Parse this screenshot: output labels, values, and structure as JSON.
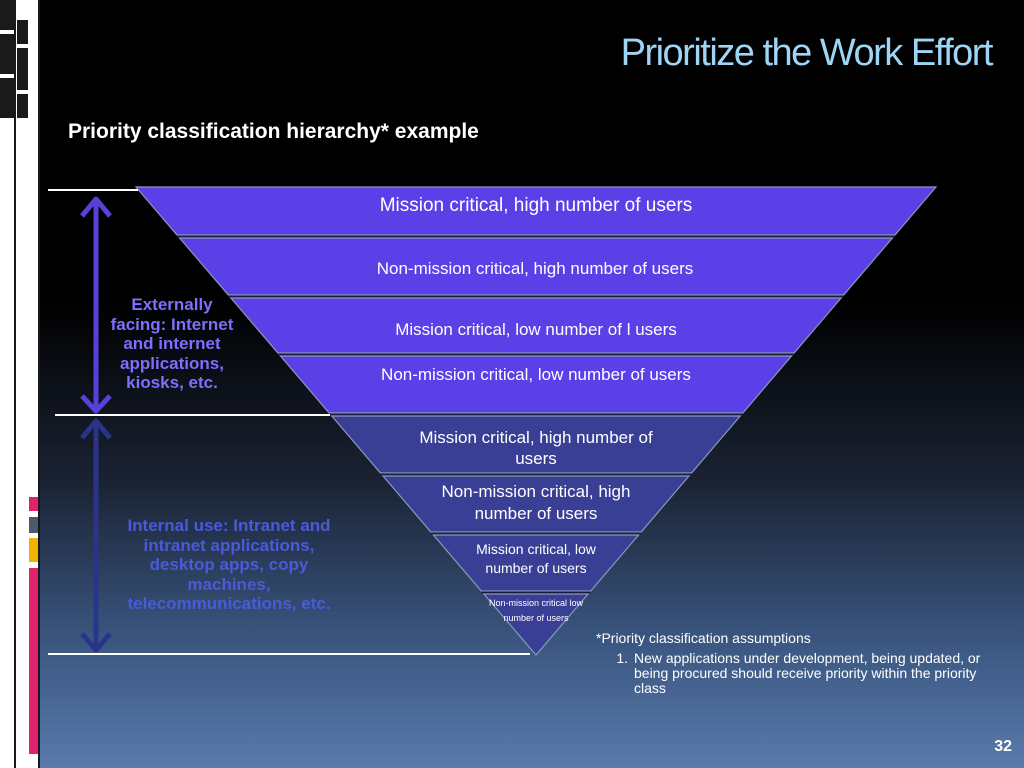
{
  "title": "Prioritize the Work Effort",
  "subtitle": "Priority classification hierarchy* example",
  "bands": [
    {
      "label": "Mission critical, high number of users",
      "color": "#5a40e6"
    },
    {
      "label": "Non-mission critical, high number of  users",
      "color": "#5a40e6"
    },
    {
      "label": "Mission critical, low number of l users",
      "color": "#5a40e6"
    },
    {
      "label": "Non-mission critical, low number of users",
      "color": "#5a40e6"
    },
    {
      "label": "Mission critical, high number of users",
      "color": "#3a3f96"
    },
    {
      "label": "Non-mission critical, high number of users",
      "color": "#3a3f96"
    },
    {
      "label": "Mission critical, low number of users",
      "color": "#3a3f96"
    },
    {
      "label": "Non-mission critical low number of users",
      "color": "#3a3f96"
    }
  ],
  "external_label": "Externally facing: Internet and internet applications, kiosks, etc.",
  "internal_label": "Internal use: Intranet and intranet applications, desktop apps, copy machines, telecommunications, etc.",
  "colors": {
    "external_arrow": "#5a3fd8",
    "internal_arrow": "#2a3488",
    "title": "#9ed4f5"
  },
  "notes": {
    "heading": "*Priority classification assumptions",
    "items": [
      {
        "num": "1.",
        "text": "New applications under development, being updated, or being procured should receive priority within the priority class"
      }
    ]
  },
  "page_number": "32"
}
